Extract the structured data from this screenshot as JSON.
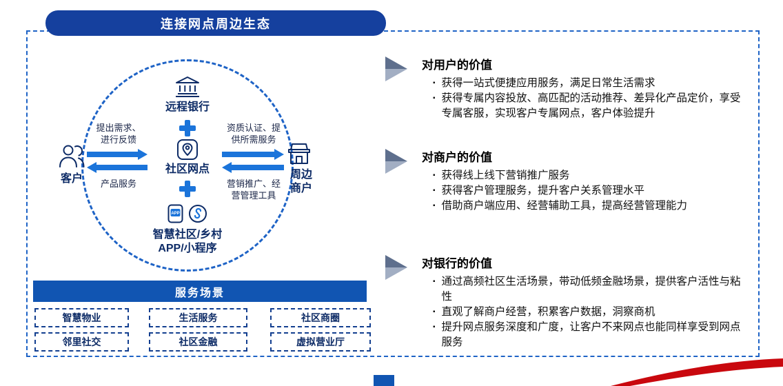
{
  "banner": {
    "title": "连接网点周边生态"
  },
  "ecosystem": {
    "remote_bank": "远程银行",
    "community_outlet": "社区网点",
    "smart_app_line1": "智慧社区/乡村",
    "smart_app_line2": "APP/小程序",
    "customer": "客户",
    "merchant_line1": "周边",
    "merchant_line2": "商户",
    "app_icon_text": "APP",
    "arrows": {
      "left_top_line1": "提出需求、",
      "left_top_line2": "进行反馈",
      "left_bottom": "产品服务",
      "right_top_line1": "资质认证、提",
      "right_top_line2": "供所需服务",
      "right_bottom_line1": "营销推广、经",
      "right_bottom_line2": "营管理工具"
    }
  },
  "service_scenarios": {
    "header": "服务场景",
    "items": [
      "智慧物业",
      "生活服务",
      "社区商圈",
      "邻里社交",
      "社区金融",
      "虚拟营业厅"
    ]
  },
  "value_sections": [
    {
      "title": "对用户的价值",
      "bullets": [
        "获得一站式便捷应用服务，满足日常生活需求",
        "获得专属内容投放、高匹配的活动推荐、差异化产品定价，享受专属客服，实现客户专属网点，客户体验提升"
      ]
    },
    {
      "title": "对商户的价值",
      "bullets": [
        "获得线上线下营销推广服务",
        "获得客户管理服务，提升客户关系管理水平",
        "借助商户端应用、经营辅助工具，提高经营管理能力"
      ]
    },
    {
      "title": "对银行的价值",
      "bullets": [
        "通过高频社区生活场景，带动低频金融场景，提供客户活性与粘性",
        "直观了解商户经营，积累客户数据，洞察商机",
        "提升网点服务深度和广度，让客户不来网点也能同样享受到网点服务"
      ]
    }
  ],
  "colors": {
    "primary_blue": "#15409E",
    "frame_blue": "#1E63C6",
    "arrow_blue": "#1B74DA",
    "navy_text": "#0D2B66",
    "bar_blue": "#1155B2",
    "chevron_dark": "#5E6F8D",
    "chevron_light": "#A2AEC3",
    "red_accent": "#C9080E"
  }
}
